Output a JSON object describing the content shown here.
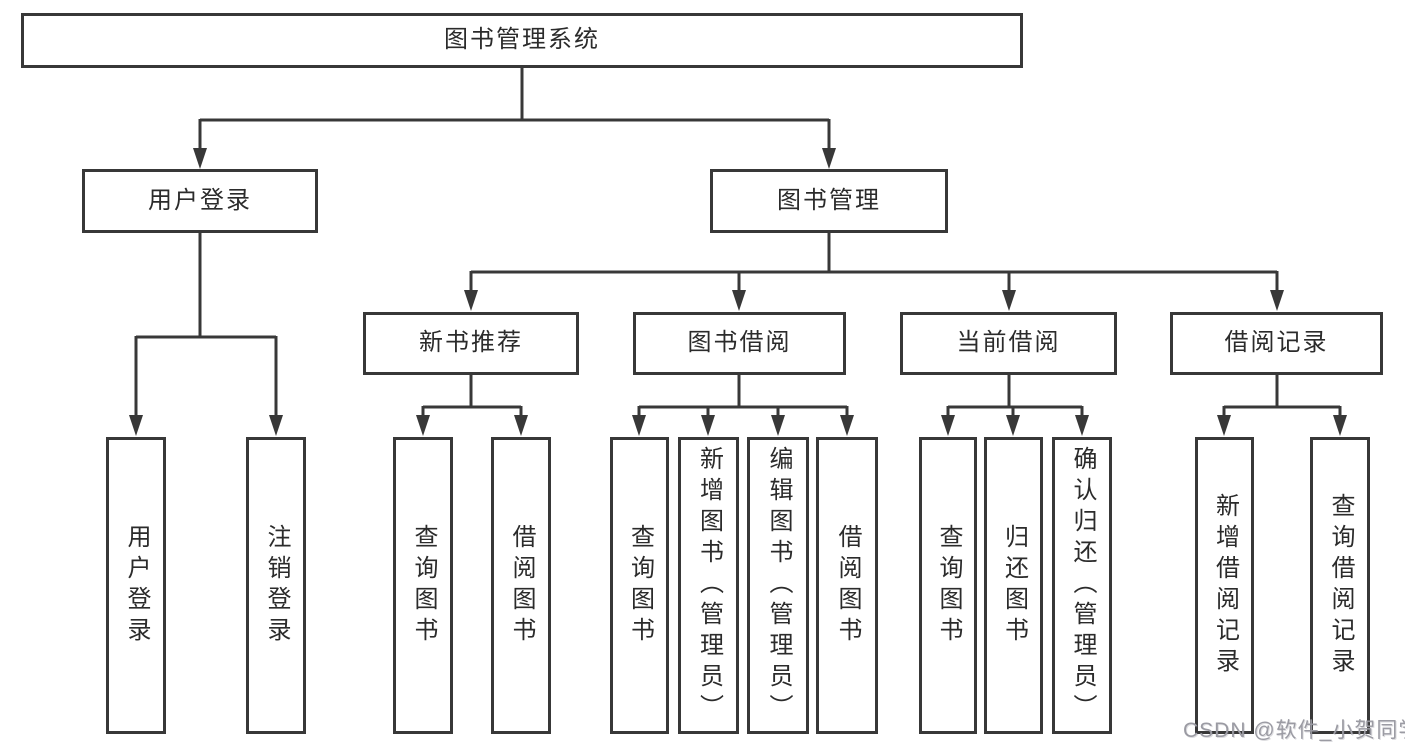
{
  "colors": {
    "line": "#383838",
    "text": "#2b2b2b",
    "box_background": "#ffffff",
    "page_background": "#ffffff",
    "watermark": "#9b9ba3"
  },
  "tree": {
    "root": {
      "label": "图书管理系统",
      "children": [
        {
          "label": "用户登录",
          "children": [
            {
              "label": "用户登录"
            },
            {
              "label": "注销登录"
            }
          ]
        },
        {
          "label": "图书管理",
          "children": [
            {
              "label": "新书推荐",
              "children": [
                {
                  "label": "查询图书"
                },
                {
                  "label": "借阅图书"
                }
              ]
            },
            {
              "label": "图书借阅",
              "children": [
                {
                  "label": "查询图书"
                },
                {
                  "label": "新增图书（管理员）"
                },
                {
                  "label": "编辑图书（管理员）"
                },
                {
                  "label": "借阅图书"
                }
              ]
            },
            {
              "label": "当前借阅",
              "children": [
                {
                  "label": "查询图书"
                },
                {
                  "label": "归还图书"
                },
                {
                  "label": "确认归还（管理员）"
                }
              ]
            },
            {
              "label": "借阅记录",
              "children": [
                {
                  "label": "新增借阅记录"
                },
                {
                  "label": "查询借阅记录"
                }
              ]
            }
          ]
        }
      ]
    }
  },
  "watermark": {
    "text": "CSDN @软件_小贺同学"
  }
}
